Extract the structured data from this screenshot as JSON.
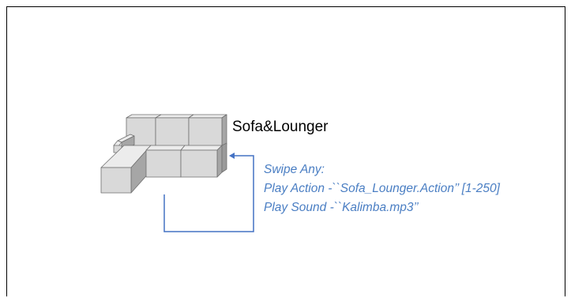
{
  "object": {
    "label": "Sofa&Lounger"
  },
  "interaction": {
    "trigger": "Swipe Any:",
    "action": "Play Action -``Sofa_Lounger.Action’’ [1-250]",
    "sound": "Play Sound -``Kalimba.mp3’’"
  },
  "colors": {
    "annotation": "#4a7ec3",
    "connector": "#4472c4",
    "cube_face": "#d9d9d9",
    "cube_top": "#ececec",
    "cube_side": "#a6a6a6"
  }
}
